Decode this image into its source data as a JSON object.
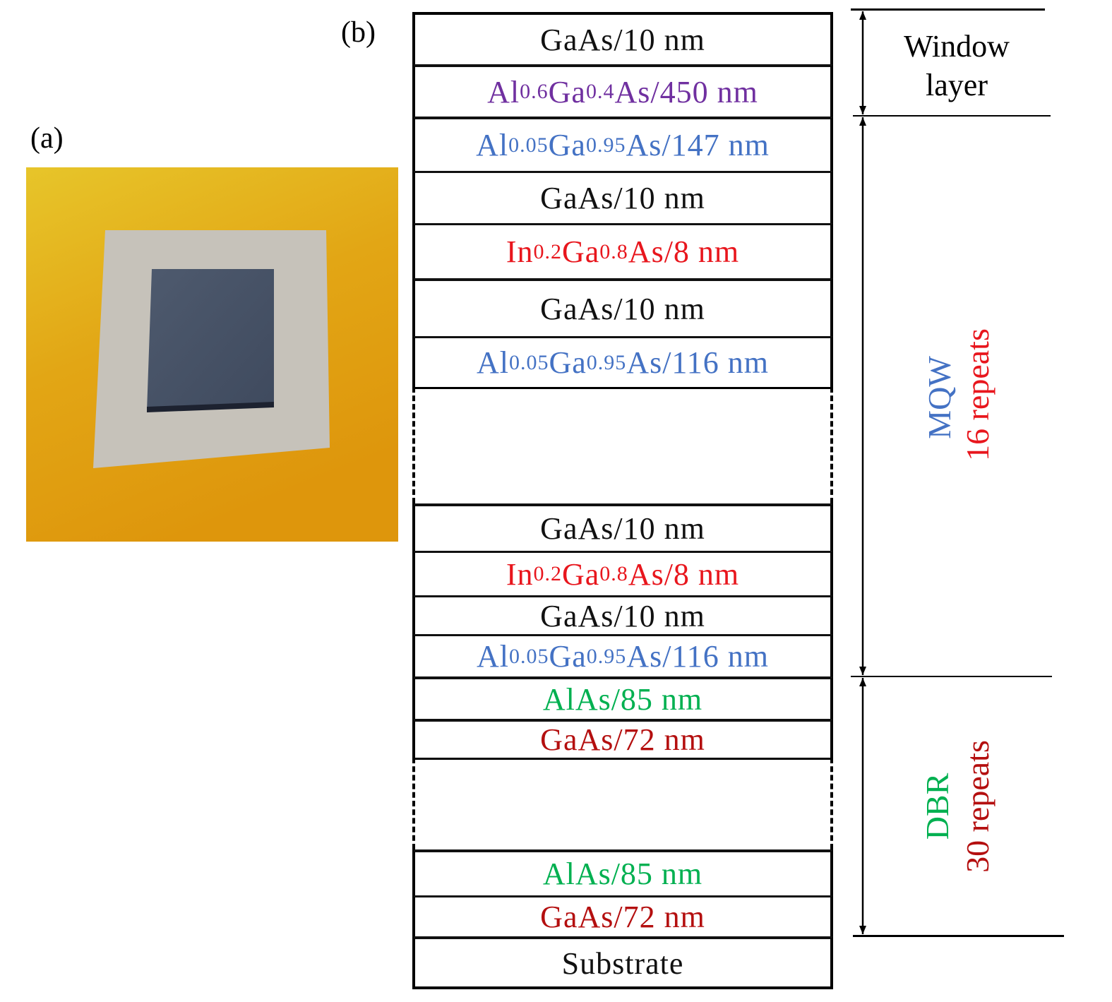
{
  "panel_a_label": "(a)",
  "panel_b_label": "(b)",
  "colors": {
    "black": "#111111",
    "purple": "#7030a0",
    "blue": "#4472c4",
    "red": "#e8161d",
    "green": "#00b050",
    "darkred": "#b40f0f"
  },
  "layers": [
    {
      "color": "black",
      "segments": [
        [
          "GaAs/10 nm",
          ""
        ]
      ]
    },
    {
      "color": "purple",
      "segments": [
        [
          "Al",
          ""
        ],
        [
          "0.6",
          "sub"
        ],
        [
          "Ga",
          ""
        ],
        [
          "0.4",
          "sub"
        ],
        [
          "As/450 nm",
          ""
        ]
      ]
    },
    {
      "color": "blue",
      "segments": [
        [
          "Al",
          ""
        ],
        [
          "0.05",
          "sub"
        ],
        [
          "Ga",
          ""
        ],
        [
          "0.95",
          "sub"
        ],
        [
          "As/147 nm",
          ""
        ]
      ]
    },
    {
      "color": "black",
      "segments": [
        [
          "GaAs/10 nm",
          ""
        ]
      ]
    },
    {
      "color": "red",
      "segments": [
        [
          "In",
          ""
        ],
        [
          "0.2",
          "sub"
        ],
        [
          "Ga",
          ""
        ],
        [
          "0.8",
          "sub"
        ],
        [
          "As/8 nm",
          ""
        ]
      ]
    },
    {
      "color": "black",
      "segments": [
        [
          "GaAs/10 nm",
          ""
        ]
      ]
    },
    {
      "color": "blue",
      "segments": [
        [
          "Al",
          ""
        ],
        [
          "0.05",
          "sub"
        ],
        [
          "Ga",
          ""
        ],
        [
          "0.95",
          "sub"
        ],
        [
          "As/116 nm",
          ""
        ]
      ]
    },
    {
      "color": "black",
      "segments": [
        [
          "GaAs/10 nm",
          ""
        ]
      ]
    },
    {
      "color": "red",
      "segments": [
        [
          "In",
          ""
        ],
        [
          "0.2",
          "sub"
        ],
        [
          "Ga",
          ""
        ],
        [
          "0.8",
          "sub"
        ],
        [
          "As/8 nm",
          ""
        ]
      ]
    },
    {
      "color": "black",
      "segments": [
        [
          "GaAs/10 nm",
          ""
        ]
      ]
    },
    {
      "color": "blue",
      "segments": [
        [
          "Al",
          ""
        ],
        [
          "0.05",
          "sub"
        ],
        [
          "Ga",
          ""
        ],
        [
          "0.95",
          "sub"
        ],
        [
          "As/116 nm",
          ""
        ]
      ]
    },
    {
      "color": "green",
      "segments": [
        [
          "AlAs/85 nm",
          ""
        ]
      ]
    },
    {
      "color": "darkred",
      "segments": [
        [
          "GaAs/72 nm",
          ""
        ]
      ]
    },
    {
      "color": "green",
      "segments": [
        [
          "AlAs/85 nm",
          ""
        ]
      ]
    },
    {
      "color": "darkred",
      "segments": [
        [
          "GaAs/72 nm",
          ""
        ]
      ]
    },
    {
      "color": "black",
      "segments": [
        [
          "Substrate",
          ""
        ]
      ]
    }
  ],
  "regions": {
    "window": {
      "line1": "Window",
      "line2": "layer"
    },
    "mqw": {
      "name": "MQW",
      "repeats": "16 repeats"
    },
    "dbr": {
      "name": "DBR",
      "repeats": "30 repeats"
    }
  }
}
